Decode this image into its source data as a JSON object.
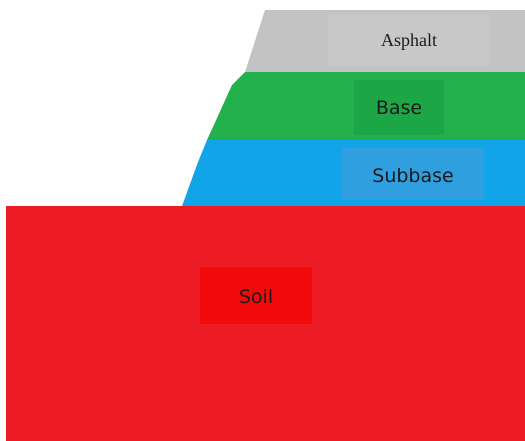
{
  "diagram": {
    "layers": [
      {
        "id": "asphalt",
        "label": "Asphalt",
        "color": "#c3c3c3",
        "label_bg": "#c8c8c8"
      },
      {
        "id": "base",
        "label": "Base",
        "color": "#22b14c",
        "label_bg": "#1ca646"
      },
      {
        "id": "subbase",
        "label": "Subbase",
        "color": "#12a4e8",
        "label_bg": "#2f9fe0"
      },
      {
        "id": "soil",
        "label": "Soil",
        "color": "#ed1c24",
        "label_bg": "#f20a0a"
      }
    ]
  }
}
